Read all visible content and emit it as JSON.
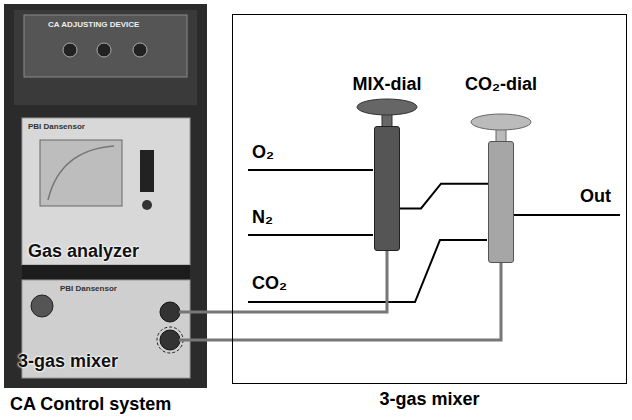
{
  "diagram": {
    "nodes": [
      {
        "text": [
          "CA Control system"
        ]
      },
      {
        "text": [
          "Gas analyzer"
        ],
        "in": 0
      },
      {
        "text": [
          "3-gas mixer"
        ],
        "in": 0
      },
      {
        "text": [
          "3-gas mixer"
        ]
      },
      {
        "text": [
          "MIX-dial"
        ],
        "in": 3
      },
      {
        "text": [
          "CO₂-dial"
        ],
        "in": 3
      }
    ],
    "edges": [
      {
        "from": 2,
        "to": 4,
        "arrow": "none"
      },
      {
        "from": 2,
        "to": 5,
        "arrow": "none"
      },
      {
        "from": 4,
        "to": 5,
        "arrow": "none"
      }
    ],
    "labels": [
      "CA ADJUSTING DEVICE",
      "PBI Dansensor",
      "PBI Dansensor",
      "O₂",
      "N₂",
      "CO₂",
      "Out"
    ]
  }
}
